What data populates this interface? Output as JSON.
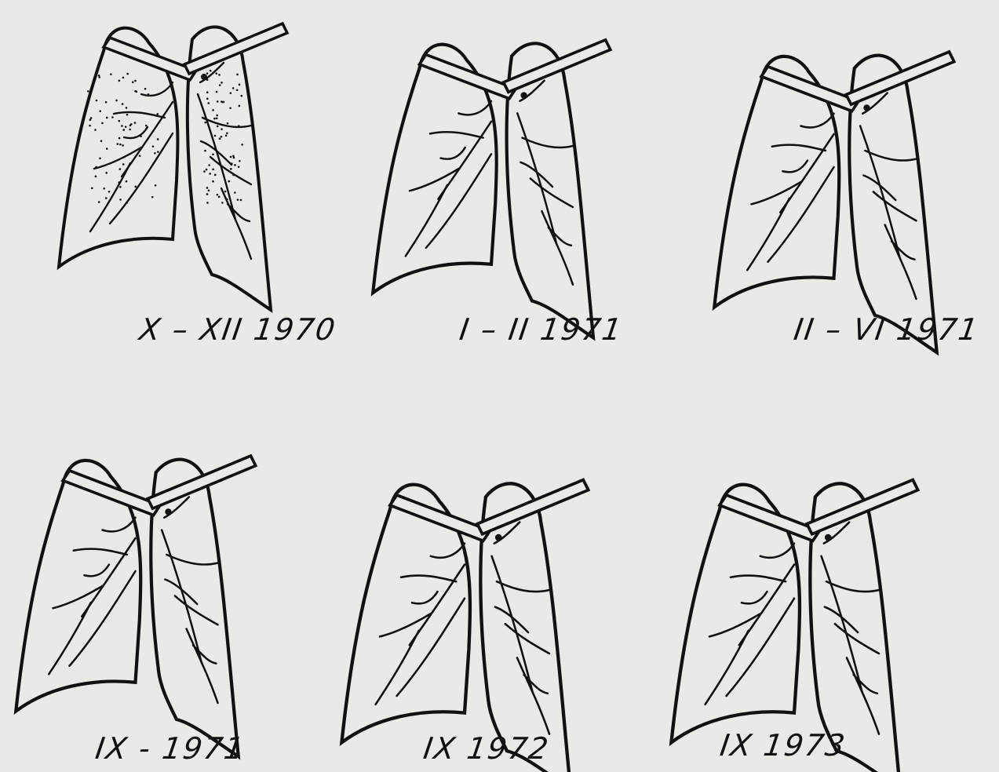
{
  "panels": [
    {
      "label": "X – XII 1970",
      "stippled": true
    },
    {
      "label": "I – II 1971",
      "stippled": false
    },
    {
      "label": "II – VI 1971",
      "stippled": false
    },
    {
      "label": "IX - 1971",
      "stippled": false
    },
    {
      "label": "IX 1972",
      "stippled": false
    },
    {
      "label": "IX 1973",
      "stippled": false
    }
  ],
  "colors": {
    "ink": "#111111",
    "paper": "#e9e9e6"
  }
}
